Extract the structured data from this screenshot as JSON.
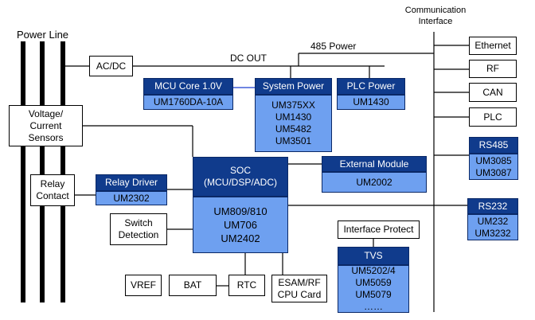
{
  "power_line": "Power Line",
  "comm_interface": [
    "Communication",
    "Interface"
  ],
  "power_485": "485 Power",
  "dc_out": "DC OUT",
  "ac_dc": "AC/DC",
  "mcu_core": {
    "title": "MCU Core 1.0V",
    "part": "UM1760DA-10A"
  },
  "system_power": {
    "title": "System Power",
    "parts": [
      "UM375XX",
      "UM1430",
      "UM5482",
      "UM3501"
    ]
  },
  "plc_power": {
    "title": "PLC Power",
    "part": "UM1430"
  },
  "vc_sensors": [
    "Voltage/",
    "Current",
    "Sensors"
  ],
  "relay_contact": [
    "Relay",
    "Contact"
  ],
  "relay_driver": {
    "title": "Relay Driver",
    "part": "UM2302"
  },
  "soc": {
    "title": [
      "SOC",
      "(MCU/DSP/ADC)"
    ],
    "parts": [
      "UM809/810",
      "UM706",
      "UM2402"
    ]
  },
  "external_module": {
    "title": "External Module",
    "part": "UM2002"
  },
  "switch_detection": [
    "Switch",
    "Detection"
  ],
  "interface_protect": "Interface Protect",
  "tvs": {
    "title": "TVS",
    "parts": [
      "UM5202/4",
      "UM5059",
      "UM5079",
      "……"
    ]
  },
  "vref": "VREF",
  "bat": "BAT",
  "rtc": "RTC",
  "esam": [
    "ESAM/RF",
    "CPU Card"
  ],
  "ethernet": "Ethernet",
  "rf": "RF",
  "can": "CAN",
  "plc": "PLC",
  "rs485": {
    "title": "RS485",
    "parts": [
      "UM3085",
      "UM3087"
    ]
  },
  "rs232": {
    "title": "RS232",
    "parts": [
      "UM232",
      "UM3232"
    ]
  }
}
